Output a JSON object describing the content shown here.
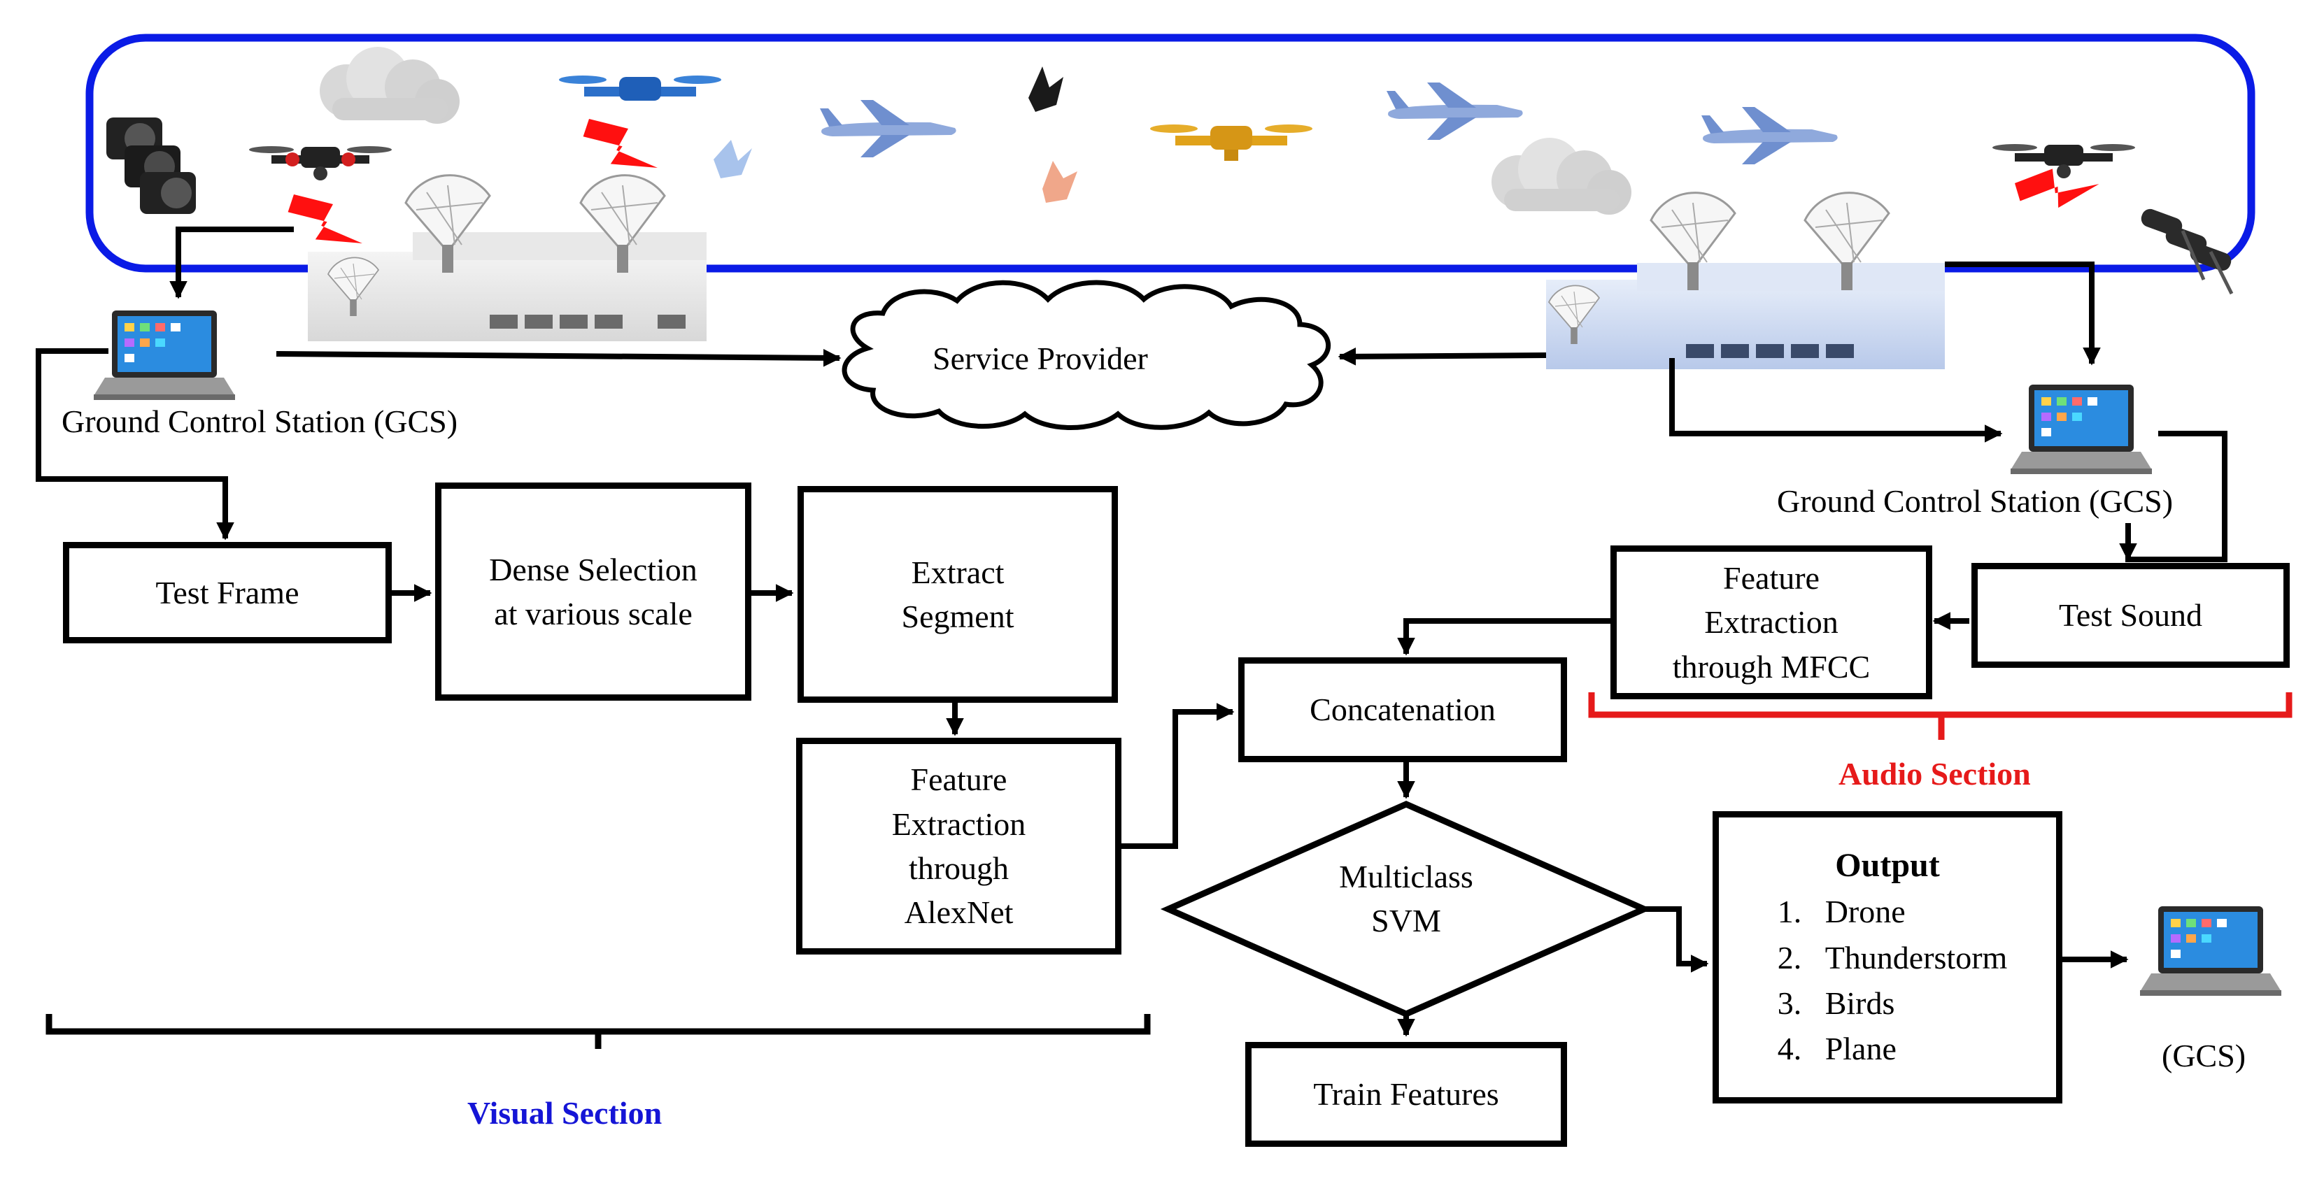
{
  "scene": {
    "colors": {
      "frame": "#0a1be6",
      "audio": "#e61a1a",
      "visual": "#1515d6",
      "line": "#000000"
    },
    "items": [
      "camera-icon",
      "drone-icon",
      "cloud-icon",
      "satellite-dish-icon",
      "airplane-icon",
      "bird-icon",
      "lightning-icon",
      "microphone-icon",
      "laptop-icon",
      "building-icon"
    ]
  },
  "gcs_left": {
    "label": "Ground Control Station (GCS)"
  },
  "gcs_right": {
    "label": "Ground Control Station (GCS)"
  },
  "gcs_output": {
    "label": "(GCS)"
  },
  "service_provider": {
    "label": "Service Provider"
  },
  "visual": {
    "test_frame": "Test Frame",
    "dense_line1": "Dense Selection",
    "dense_line2": "at various scale",
    "extract_line1": "Extract",
    "extract_line2": "Segment",
    "alexnet_line1": "Feature",
    "alexnet_line2": "Extraction",
    "alexnet_line3": "through",
    "alexnet_line4": "AlexNet",
    "section_label": "Visual Section"
  },
  "audio": {
    "test_sound": "Test Sound",
    "mfcc_line1": "Feature",
    "mfcc_line2": "Extraction",
    "mfcc_line3": "through MFCC",
    "section_label": "Audio Section"
  },
  "fusion": {
    "concatenation": "Concatenation",
    "svm_line1": "Multiclass",
    "svm_line2": "SVM",
    "train_features": "Train Features"
  },
  "output": {
    "title": "Output",
    "items": [
      "Drone",
      "Thunderstorm",
      "Birds",
      "Plane"
    ]
  }
}
